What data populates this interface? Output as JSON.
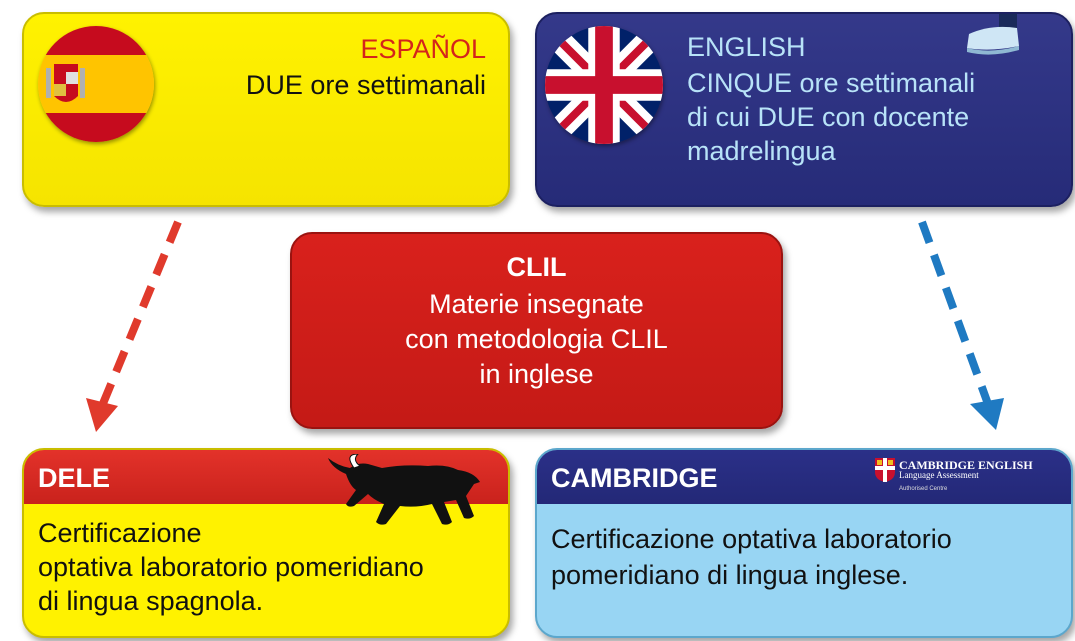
{
  "spanish": {
    "title": "ESPAÑOL",
    "body": "DUE ore settimanali",
    "color": "#fff200",
    "title_color": "#d4251b"
  },
  "english": {
    "title": "ENGLISH",
    "lines": [
      "CINQUE ore settimanali",
      "di cui DUE con docente",
      "madrelingua"
    ],
    "color": "#2b3088"
  },
  "clil": {
    "title": "CLIL",
    "lines": [
      "Materie insegnate",
      "con metodologia CLIL",
      "in inglese"
    ],
    "color": "#d9211c"
  },
  "dele": {
    "title": "DELE",
    "lines": [
      "Certificazione",
      "optativa laboratorio pomeridiano",
      "di lingua spagnola."
    ]
  },
  "cambridge": {
    "title": "CAMBRIDGE",
    "logo": {
      "line1": "CAMBRIDGE ENGLISH",
      "line2": "Language Assessment",
      "line3": "Authorised Centre"
    },
    "lines": [
      "Certificazione optativa laboratorio",
      "pomeridiano di lingua inglese."
    ]
  },
  "arrows": {
    "left_color": "#e03a2c",
    "right_color": "#1f7ac2"
  },
  "icons": [
    "spain-flag-icon",
    "uk-flag-icon",
    "bull-icon",
    "cambridge-shield-icon",
    "shoe-icon"
  ]
}
